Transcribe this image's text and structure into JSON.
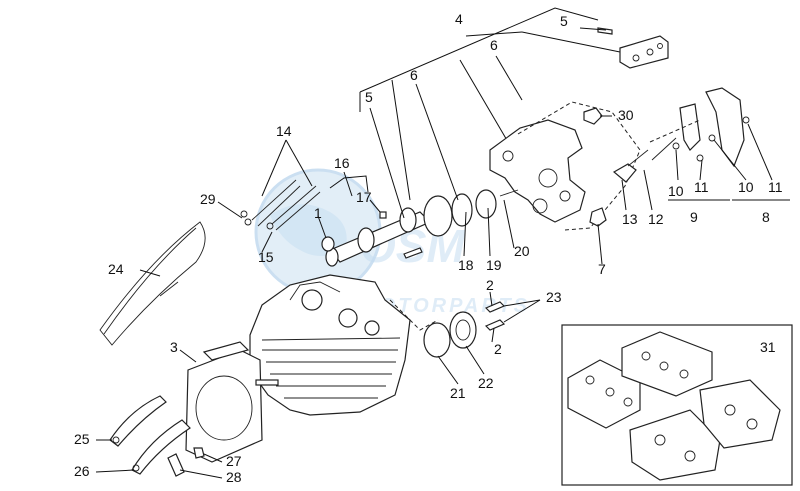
{
  "watermark": {
    "brand": "OSM",
    "sub": "MOTORPARTS"
  },
  "callouts": [
    {
      "label": "4"
    },
    {
      "label": "5"
    },
    {
      "label": "6"
    },
    {
      "label": "6"
    },
    {
      "label": "5"
    },
    {
      "label": "30"
    },
    {
      "label": "14"
    },
    {
      "label": "16"
    },
    {
      "label": "17"
    },
    {
      "label": "29"
    },
    {
      "label": "1"
    },
    {
      "label": "15"
    },
    {
      "label": "18"
    },
    {
      "label": "19"
    },
    {
      "label": "20"
    },
    {
      "label": "7"
    },
    {
      "label": "13"
    },
    {
      "label": "12"
    },
    {
      "label": "10"
    },
    {
      "label": "11"
    },
    {
      "label": "9"
    },
    {
      "label": "10"
    },
    {
      "label": "11"
    },
    {
      "label": "8"
    },
    {
      "label": "24"
    },
    {
      "label": "2"
    },
    {
      "label": "23"
    },
    {
      "label": "2"
    },
    {
      "label": "3"
    },
    {
      "label": "21"
    },
    {
      "label": "22"
    },
    {
      "label": "31"
    },
    {
      "label": "25"
    },
    {
      "label": "27"
    },
    {
      "label": "26"
    },
    {
      "label": "28"
    }
  ]
}
